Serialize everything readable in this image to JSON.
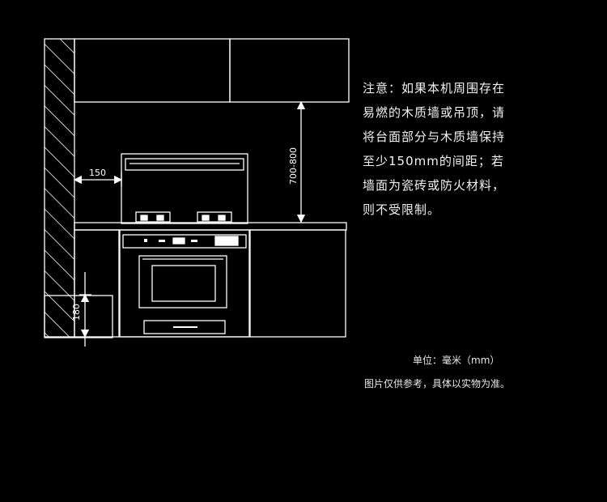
{
  "dimensions": {
    "side_gap": "150",
    "cabinet_gap": "700-800",
    "floor_height": "180"
  },
  "notes": [
    "注意：如果本机周围存在",
    "易燃的木质墙或吊顶，请",
    "将台面部分与木质墙保持",
    "至少150mm的间距；若",
    "墙面为瓷砖或防火材料，",
    "则不受限制。"
  ],
  "unit": "单位：毫米（mm）",
  "disclaimer": "图片仅供参考，具体以实物为准。",
  "colors": {
    "background": "#000000",
    "line": "#ffffff"
  }
}
